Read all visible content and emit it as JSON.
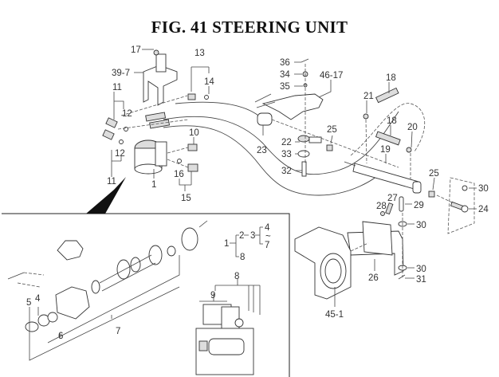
{
  "title": "FIG. 41  STEERING UNIT",
  "callouts": {
    "c17": "17",
    "c39_7": "39-7",
    "c13": "13",
    "c14": "14",
    "c11a": "11",
    "c12a": "12",
    "c12b": "12",
    "c11b": "11",
    "c10": "10",
    "c16": "16",
    "c15": "15",
    "c1": "1",
    "c36": "36",
    "c34": "34",
    "c35": "35",
    "c46_17": "46-17",
    "c23": "23",
    "c22": "22",
    "c33": "33",
    "c32": "32",
    "c25a": "25",
    "c21": "21",
    "c18a": "18",
    "c18b": "18",
    "c20": "20",
    "c19": "19",
    "c25b": "25",
    "c30a": "30",
    "c24": "24",
    "c27": "27",
    "c28": "28",
    "c29": "29",
    "c30b": "30",
    "c30c": "30",
    "c31": "31",
    "c26": "26",
    "c45_1": "45-1"
  },
  "inset": {
    "c5": "5",
    "c4": "4",
    "c6": "6",
    "c7": "7",
    "tree": {
      "n1": "1",
      "n2": "2",
      "n3": "3",
      "n4": "4",
      "tilde": "~",
      "n7": "7",
      "n8": "8"
    },
    "c8": "8",
    "c9": "9"
  }
}
